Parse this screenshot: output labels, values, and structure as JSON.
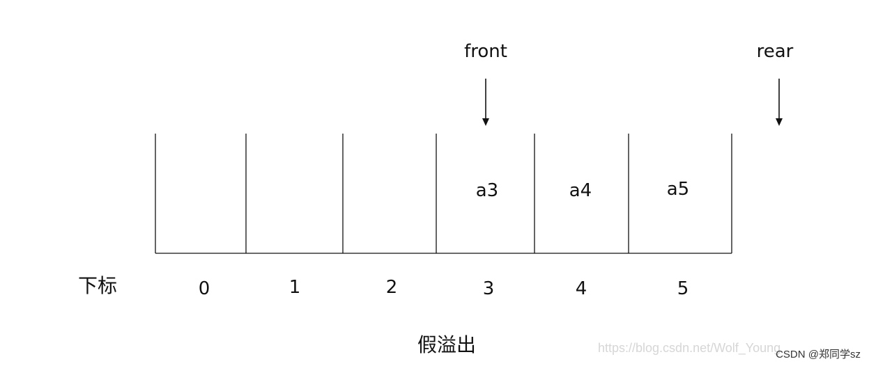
{
  "pointers": {
    "front": "front",
    "rear": "rear"
  },
  "cells": [
    {
      "index": "0",
      "value": ""
    },
    {
      "index": "1",
      "value": ""
    },
    {
      "index": "2",
      "value": ""
    },
    {
      "index": "3",
      "value": "a3"
    },
    {
      "index": "4",
      "value": "a4"
    },
    {
      "index": "5",
      "value": "a5"
    }
  ],
  "index_label": "下标",
  "caption": "假溢出",
  "watermark": "https://blog.csdn.net/Wolf_Young",
  "credit": "CSDN @郑同学sz",
  "colors": {
    "line": "#111111",
    "text": "#111111",
    "watermark": "#d6d6d6"
  }
}
